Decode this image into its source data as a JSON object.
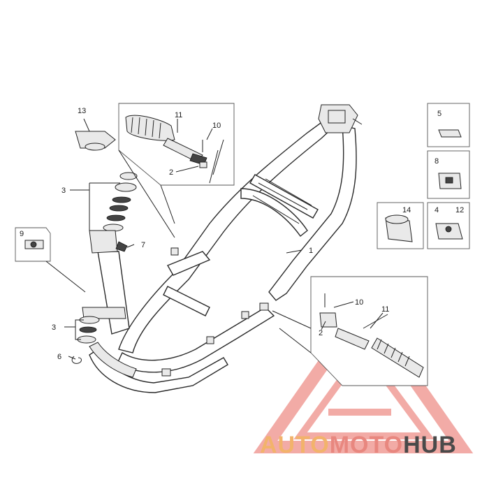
{
  "callouts": {
    "c1": "1",
    "c2a": "2",
    "c2b": "2",
    "c3a": "3",
    "c3b": "3",
    "c4": "4",
    "c5": "5",
    "c6": "6",
    "c7": "7",
    "c8": "8",
    "c9": "9",
    "c10a": "10",
    "c10b": "10",
    "c11a": "11",
    "c11b": "11",
    "c12": "12",
    "c13": "13",
    "c14": "14"
  },
  "watermark": {
    "part1": "AUTO",
    "part2": "MOTO",
    "part3": "HUB",
    "colors": {
      "auto": "#f2b36b",
      "moto": "#e8877f",
      "hub": "#4a4a4a",
      "triangle": "#ee8f89"
    }
  }
}
